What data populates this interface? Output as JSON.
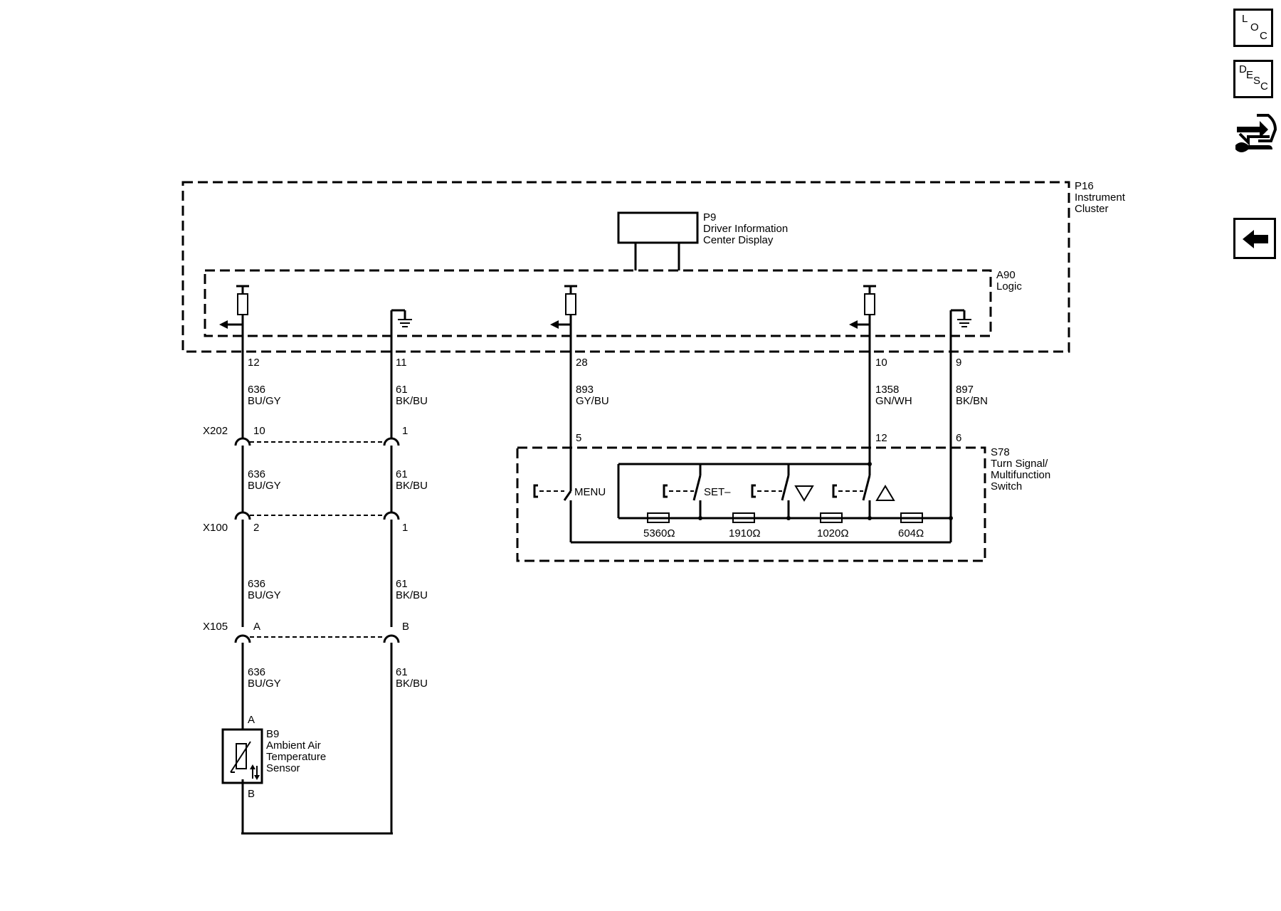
{
  "modules": {
    "p16": {
      "id": "P16",
      "line1": "Instrument",
      "line2": "Cluster"
    },
    "p9": {
      "id": "P9",
      "line1": "Driver Information",
      "line2": "Center Display"
    },
    "a90": {
      "id": "A90",
      "line1": "Logic"
    },
    "s78": {
      "id": "S78",
      "line1": "Turn Signal/",
      "line2": "Multifunction",
      "line3": "Switch"
    },
    "b9": {
      "id": "B9",
      "line1": "Ambient Air",
      "line2": "Temperature",
      "line3": "Sensor"
    }
  },
  "pins": {
    "p16_12": "12",
    "p16_11": "11",
    "p16_28": "28",
    "p16_10": "10",
    "p16_9": "9",
    "s78_5": "5",
    "s78_12": "12",
    "s78_6": "6",
    "b9_a": "A",
    "b9_b": "B"
  },
  "connectors": {
    "x202": {
      "name": "X202",
      "pin_left": "10",
      "pin_right": "1"
    },
    "x100": {
      "name": "X100",
      "pin_left": "2",
      "pin_right": "1"
    },
    "x105": {
      "name": "X105",
      "pin_left": "A",
      "pin_right": "B"
    }
  },
  "wires": {
    "w636": {
      "circuit": "636",
      "color": "BU/GY"
    },
    "w61": {
      "circuit": "61",
      "color": "BK/BU"
    },
    "w893": {
      "circuit": "893",
      "color": "GY/BU"
    },
    "w1358": {
      "circuit": "1358",
      "color": "GN/WH"
    },
    "w897": {
      "circuit": "897",
      "color": "BK/BN"
    }
  },
  "switches": {
    "menu": "MENU",
    "set": "SET–"
  },
  "resistors": [
    "5360Ω",
    "1910Ω",
    "1020Ω",
    "604Ω"
  ],
  "side_buttons": {
    "loc": {
      "l1": "L",
      "l2": "O",
      "l3": "C"
    },
    "desc": {
      "l1": "D",
      "l2": "E",
      "l3": "S",
      "l4": "C"
    }
  },
  "icons": [
    "loc-icon",
    "desc-icon",
    "connector-hand-icon",
    "back-arrow-icon",
    "ground-icon",
    "fuse-icon",
    "thermistor-icon"
  ]
}
